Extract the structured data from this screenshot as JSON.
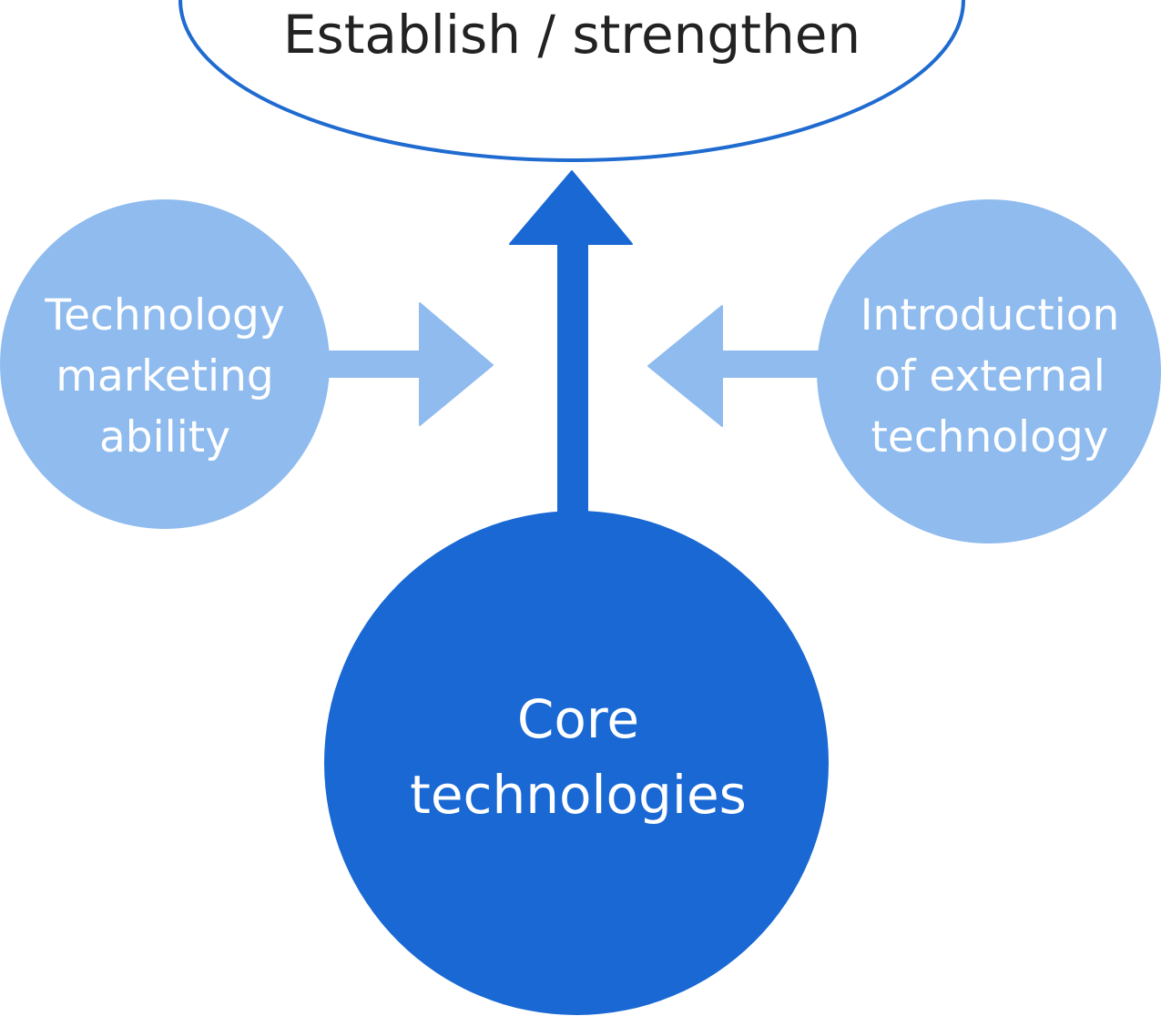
{
  "goal": {
    "label": "Establish / strengthen"
  },
  "left_node": {
    "lines": [
      "Technology",
      "marketing",
      "ability"
    ]
  },
  "right_node": {
    "lines": [
      "Introduction",
      "of external",
      "technology"
    ]
  },
  "core_node": {
    "lines": [
      "Core",
      "technologies"
    ]
  },
  "colors": {
    "primary_blue": "#1968d3",
    "light_blue": "#8fbbee",
    "goal_outline": "#1f6bd0",
    "goal_text": "#222222",
    "background": "#ffffff"
  }
}
